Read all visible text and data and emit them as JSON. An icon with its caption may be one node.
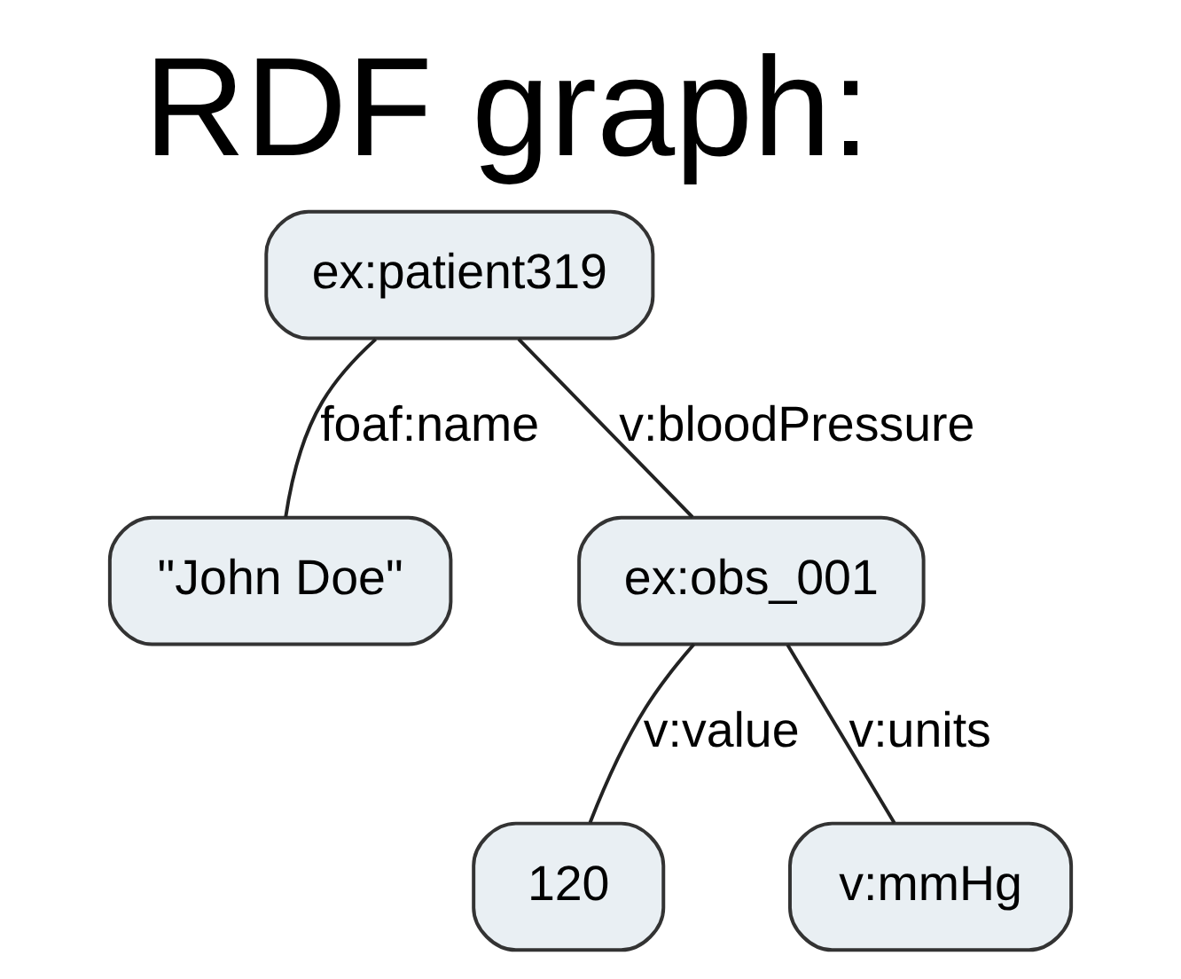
{
  "diagram": {
    "title": "RDF graph:",
    "nodes": [
      {
        "text": [
          "ex:patient319"
        ]
      },
      {
        "text": [
          "\"John Doe\""
        ]
      },
      {
        "text": [
          "ex:obs_001"
        ]
      },
      {
        "text": [
          "120"
        ]
      },
      {
        "text": [
          "v:mmHg"
        ]
      }
    ],
    "edges": [
      {
        "from": 0,
        "to": 1,
        "label": "foaf:name",
        "arrow": "none"
      },
      {
        "from": 0,
        "to": 2,
        "label": "v:bloodPressure",
        "arrow": "none"
      },
      {
        "from": 2,
        "to": 3,
        "label": "v:value",
        "arrow": "none"
      },
      {
        "from": 2,
        "to": 4,
        "label": "v:units",
        "arrow": "none"
      }
    ]
  }
}
